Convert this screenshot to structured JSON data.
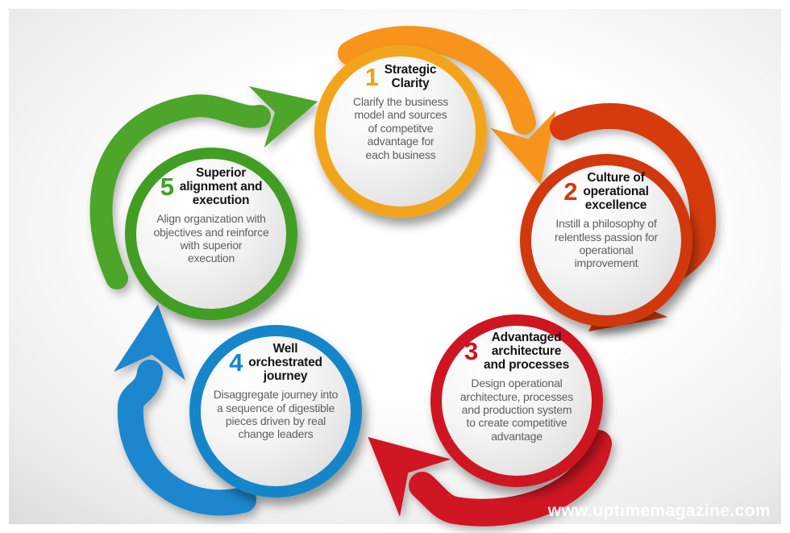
{
  "watermark": "www.uptimemagazine.com",
  "steps": [
    {
      "number": "1",
      "title": "Strategic\nClarity",
      "body": "Clarify the business\nmodel and sources\nof competitve\nadvantage for\neach business",
      "ring_color": "#F2A51B",
      "arrow_color": "#F7941E",
      "number_color": "#F5A400"
    },
    {
      "number": "2",
      "title": "Culture of\noperational\nexcellence",
      "body": "Instill a philosophy of\nrelentless passion for\noperational\nimprovement",
      "ring_color": "#D2380E",
      "arrow_color": "#D63A10",
      "number_color": "#D2380E"
    },
    {
      "number": "3",
      "title": "Advantaged\narchitecture\nand processes",
      "body": "Design operational\narchitecture, processes\nand production system\nto create competitive\nadvantage",
      "ring_color": "#CE1320",
      "arrow_color": "#D01222",
      "number_color": "#CE1320"
    },
    {
      "number": "4",
      "title": "Well\norchestrated\njourney",
      "body": "Disaggregate journey into\na sequence of digestible\npieces driven by real\nchange leaders",
      "ring_color": "#1686CA",
      "arrow_color": "#1B87CE",
      "number_color": "#1686CA"
    },
    {
      "number": "5",
      "title": "Superior\nalignment and\nexecution",
      "body": "Align organization with\nobjectives and reinforce\nwith superior\nexecution",
      "ring_color": "#429E24",
      "arrow_color": "#4EA52B",
      "number_color": "#429E24"
    }
  ]
}
